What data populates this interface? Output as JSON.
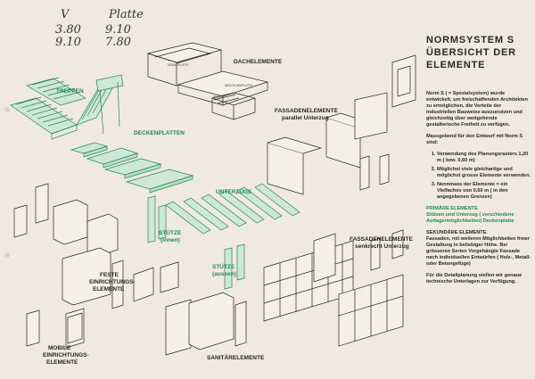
{
  "handwriting": {
    "col1_head": "V",
    "col2_head": "Platte",
    "row1_col1": "3.80",
    "row1_col2": "9.10",
    "row2_col1": "9.10",
    "row2_col2": "7.80"
  },
  "labels": {
    "dachelemente": "DACHELEMENTE",
    "treppen": "TREPPEN",
    "deckenplatten": "DECKENPLATTEN",
    "fassadenelemente_parallel_1": "FASSADENELEMENTE",
    "fassadenelemente_parallel_2": "parallel Unterzug",
    "unterzuege": "UNTERZÜGE",
    "stuetze_innen_1": "STÜTZE",
    "stuetze_innen_2": "(innen)",
    "stuetze_aussen_1": "STÜTZE",
    "stuetze_aussen_2": "(aussen)",
    "fassadenelemente_senkrecht_1": "FASSADENELEMENTE",
    "fassadenelemente_senkrecht_2": "senkrecht Unterzug",
    "feste_1": "FESTE",
    "feste_2": "EINRICHTUNGS-",
    "feste_3": "ELEMENTE",
    "mobile_1": "MOBILE",
    "mobile_2": "EINRICHTUNGS-",
    "mobile_3": "ELEMENTE",
    "sanitaer": "SANITÄRELEMENTE"
  },
  "panel": {
    "title_1": "NORMSYSTEM S",
    "title_2": "ÜBERSICHT DER",
    "title_3": "ELEMENTE",
    "intro": "Norm S ( = Spezialsystem) wurde entwickelt, um freischaffenden Architekten zu ermöglichen, die Vorteile der industriellen Bauweise auszunutzen und gleichzeitig über weitgehende gestalterische Freiheit zu verfügen.",
    "criteria_head": "Massgebend für den Entwurf mit Norm S sind:",
    "criteria": [
      "Verwendung des Planungsrasters 1,20 m ( bzw. 0,60 m)",
      "Möglichst viele gleichartige und möglichst grosse Elemente verwenden.",
      "Nennmass der Elemente = ein Vielfaches von 0,60 m ( in den angegebenen Grenzen)"
    ],
    "primary_head": "PRIMÄRE ELEMENTE",
    "primary_body": "Stützen und Unterzug ( verschiedene Auflagermöglichkeiten) Deckenplatte",
    "secondary_head": "SEKUNDÄRE ELEMENTE",
    "secondary_body": "Fassaden, mit weiteren Möglichkeiten freier Gestaltung in beliebiger Höhe. Bei grösseren Serien Vorgehängte Fassade nach individuellen Entwürfen ( Holz-, Metall- oder Betongefüge)",
    "footer": "Für die Detailplanung stellen wir genaue technische Unterlagen zur Verfügung."
  },
  "colors": {
    "paper": "#efeadd",
    "ink": "#2a2622",
    "green": "#1f8a55"
  }
}
